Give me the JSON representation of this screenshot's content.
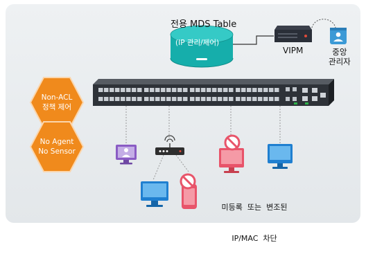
{
  "db": {
    "title": "전용 MDS Table",
    "label": "(IP 관리/제어)"
  },
  "vipm": {
    "label": "VIPM"
  },
  "admin": {
    "label_line1": "중앙",
    "label_line2": "관리자"
  },
  "hexagons": [
    {
      "line1": "Non-ACL",
      "line2": "정책 제어"
    },
    {
      "line1": "No Agent",
      "line2": "No Sensor"
    }
  ],
  "blocked_caption": {
    "line1": "미등록  또는  변조된",
    "line2": "IP/MAC  차단"
  },
  "colors": {
    "teal": "#19b8b4",
    "orange": "#f08a1c",
    "blocked": "#e8546a",
    "device_blue": "#1f7fd0",
    "device_purple": "#8a5cc4"
  }
}
